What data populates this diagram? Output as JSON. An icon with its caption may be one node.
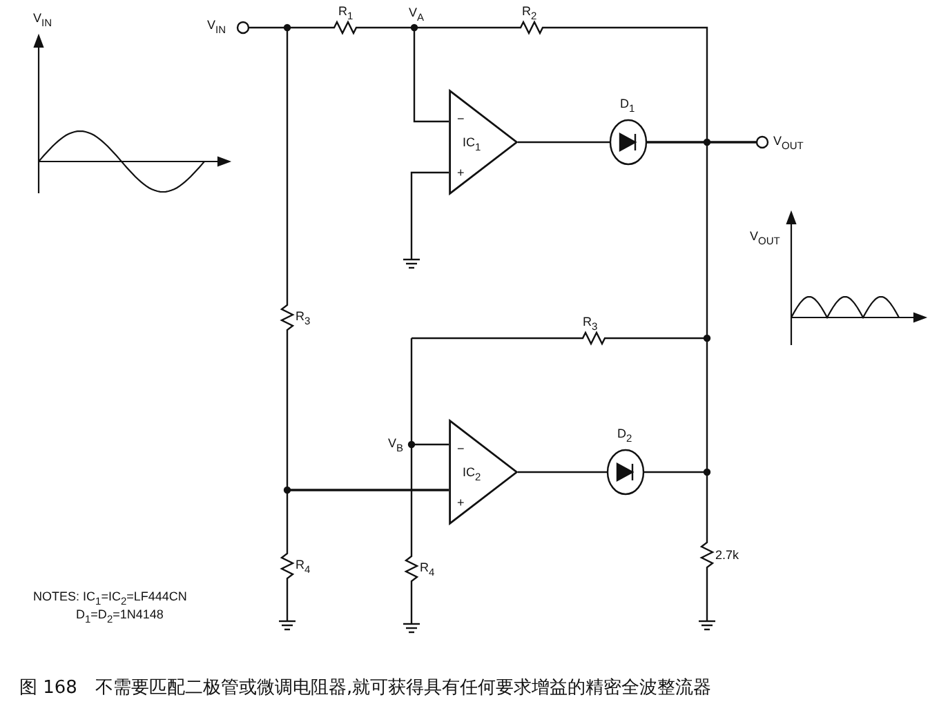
{
  "diagram": {
    "caption": "图 168　不需要匹配二极管或微调电阻器,就可获得具有任何要求增益的精密全波整流器",
    "nodes": [
      {
        "text": [
          "−",
          "IC$_{1}$",
          "+"
        ]
      },
      {
        "text": [
          "−",
          "IC$_{2}$",
          "+"
        ]
      }
    ],
    "labels": [
      "V$_{IN}$",
      "V$_{IN}$",
      "R$_{1}$",
      "V$_{A}$",
      "R$_{2}$",
      "D$_{1}$",
      "V$_{OUT}$",
      "V$_{OUT}$",
      "R$_{3}$",
      "R$_{3}$",
      "V$_{B}$",
      "D$_{2}$",
      "R$_{4}$",
      "R$_{4}$",
      "2.7k",
      "NOTES: IC$_{1}$=IC$_{2}$=LF444CN",
      "D$_{1}$=D$_{2}$=1N4148"
    ]
  }
}
